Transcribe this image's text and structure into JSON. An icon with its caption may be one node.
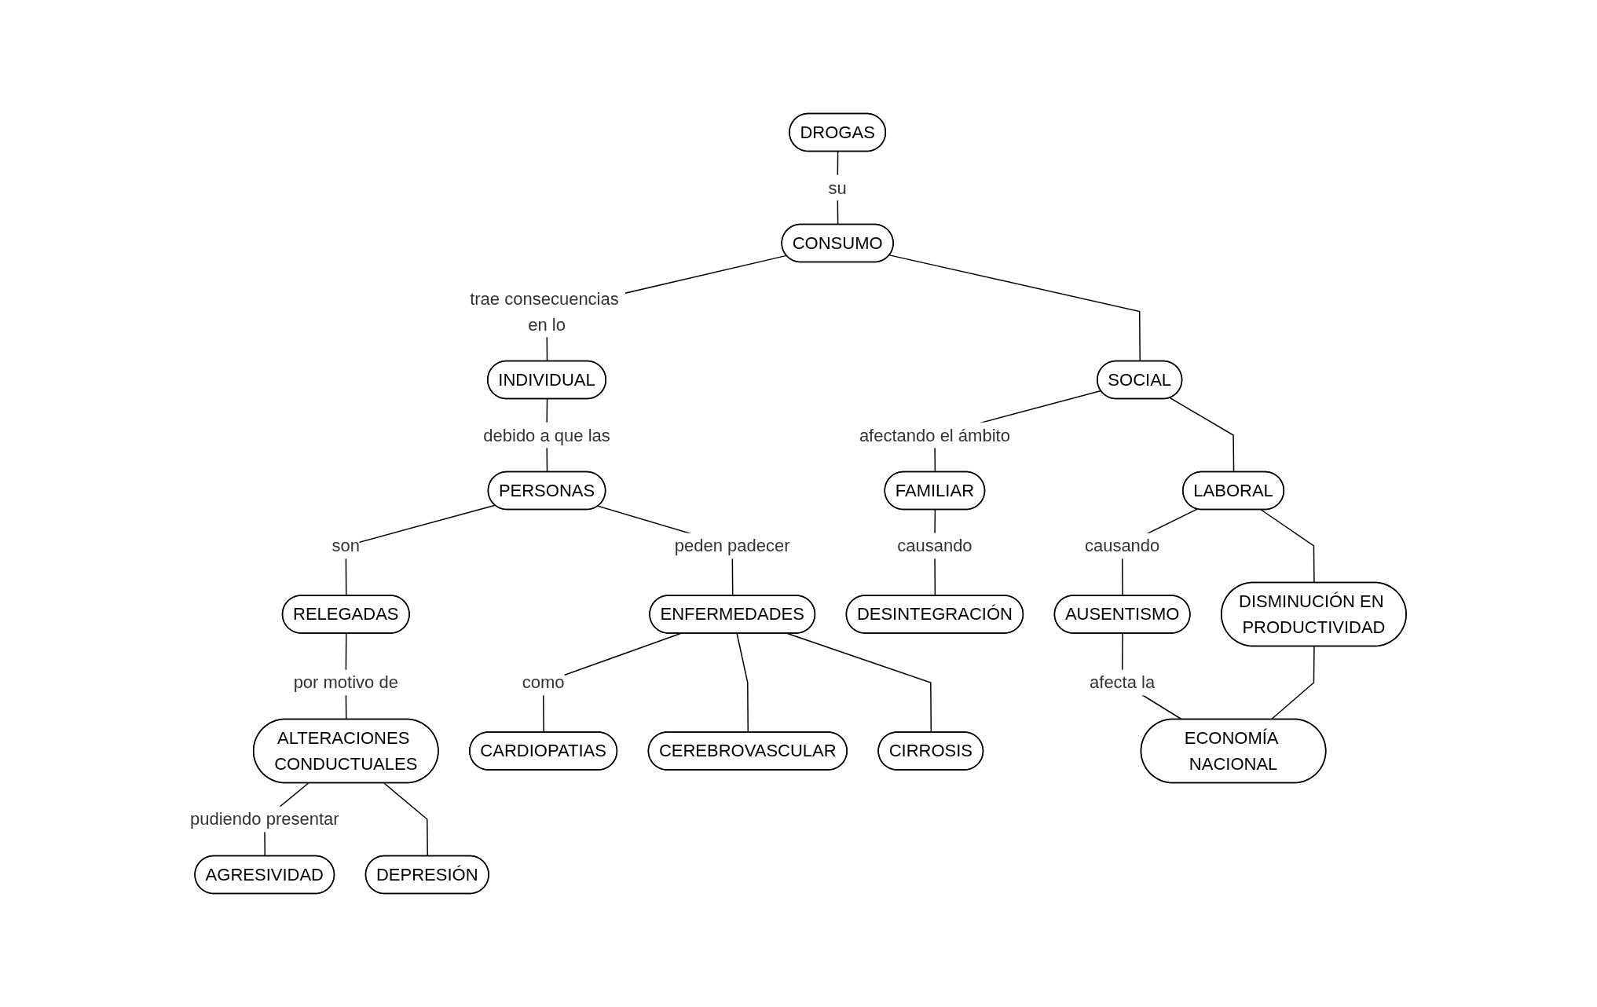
{
  "diagram": {
    "nodes": [
      {
        "text": [
          "DROGAS"
        ]
      },
      {
        "text": [
          "CONSUMO"
        ]
      },
      {
        "text": [
          "INDIVIDUAL"
        ]
      },
      {
        "text": [
          "SOCIAL"
        ]
      },
      {
        "text": [
          "PERSONAS"
        ]
      },
      {
        "text": [
          "FAMILIAR"
        ]
      },
      {
        "text": [
          "LABORAL"
        ]
      },
      {
        "text": [
          "RELEGADAS"
        ]
      },
      {
        "text": [
          "ENFERMEDADES"
        ]
      },
      {
        "text": [
          "DESINTEGRACIÓN"
        ]
      },
      {
        "text": [
          "AUSENTISMO"
        ]
      },
      {
        "text": [
          "DISMINUCIÓN EN PRODUCTIVIDAD"
        ]
      },
      {
        "text": [
          "ALTERACIONES CONDUCTUALES"
        ]
      },
      {
        "text": [
          "CARDIOPATIAS"
        ]
      },
      {
        "text": [
          "CIRROSIS"
        ]
      },
      {
        "text": [
          "ECONOMÍA NACIONAL"
        ]
      },
      {
        "text": [
          "CEREBROVASCULAR"
        ]
      },
      {
        "text": [
          "AGRESIVIDAD"
        ]
      },
      {
        "text": [
          "DEPRESIÓN"
        ]
      }
    ],
    "edges": [
      {
        "from": 0,
        "to": 1,
        "arrow": "none",
        "label": "su"
      },
      {
        "from": 1,
        "to": 2,
        "arrow": "none",
        "label": "trae consecuencias en lo"
      },
      {
        "from": 1,
        "to": 3,
        "arrow": "none"
      },
      {
        "from": 2,
        "to": 4,
        "arrow": "none",
        "label": "debido a que las"
      },
      {
        "from": 3,
        "to": 5,
        "arrow": "none",
        "label": "afectando el ámbito"
      },
      {
        "from": 3,
        "to": 6,
        "arrow": "none"
      },
      {
        "from": 4,
        "to": 7,
        "arrow": "none",
        "label": "son"
      },
      {
        "from": 4,
        "to": 8,
        "arrow": "none",
        "label": "peden padecer"
      },
      {
        "from": 5,
        "to": 9,
        "arrow": "none",
        "label": "causando"
      },
      {
        "from": 6,
        "to": 10,
        "arrow": "none",
        "label": "causando"
      },
      {
        "from": 6,
        "to": 11,
        "arrow": "none"
      },
      {
        "from": 7,
        "to": 12,
        "arrow": "none",
        "label": "por motivo de"
      },
      {
        "from": 8,
        "to": 13,
        "arrow": "none",
        "label": "como"
      },
      {
        "from": 8,
        "to": 16,
        "arrow": "none"
      },
      {
        "from": 8,
        "to": 14,
        "arrow": "none"
      },
      {
        "from": 10,
        "to": 15,
        "arrow": "none",
        "label": "afecta la"
      },
      {
        "from": 11,
        "to": 15,
        "arrow": "none"
      },
      {
        "from": 12,
        "to": 17,
        "arrow": "none",
        "label": "pudiendo presentar"
      },
      {
        "from": 12,
        "to": 18,
        "arrow": "none"
      }
    ]
  }
}
